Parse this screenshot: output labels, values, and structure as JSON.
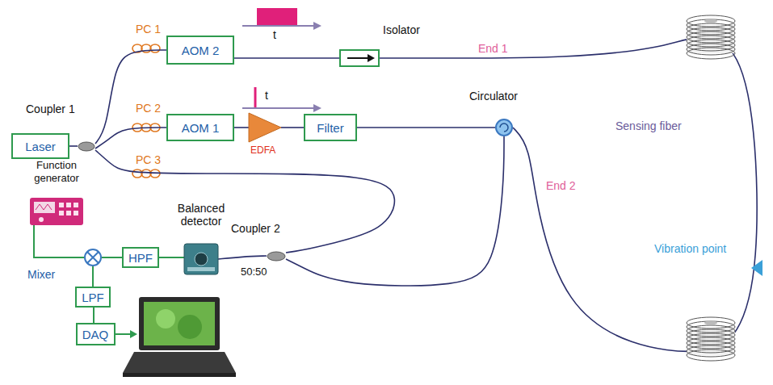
{
  "diagram": {
    "nodes": [
      {
        "text": [
          "Laser"
        ]
      },
      {
        "text": [
          "Coupler 1"
        ]
      },
      {
        "text": [
          "AOM 2"
        ]
      },
      {
        "text": [
          "Isolator"
        ]
      },
      {
        "text": [
          "AOM 1"
        ]
      },
      {
        "text": [
          "EDFA"
        ]
      },
      {
        "text": [
          "Filter"
        ]
      },
      {
        "text": [
          "Circulator"
        ]
      },
      {
        "text": [
          "Function generator"
        ]
      },
      {
        "text": [
          "Balanced detector"
        ]
      },
      {
        "text": [
          "Coupler 2",
          "50:50"
        ]
      },
      {
        "text": [
          "Mixer"
        ]
      },
      {
        "text": [
          "HPF"
        ]
      },
      {
        "text": [
          "LPF"
        ]
      },
      {
        "text": [
          "DAQ"
        ]
      }
    ],
    "edges": [
      {
        "from": 0,
        "to": 1,
        "arrow": "none"
      },
      {
        "from": 1,
        "to": 2,
        "arrow": "none"
      },
      {
        "from": 2,
        "to": 3,
        "arrow": "none"
      },
      {
        "from": 3,
        "to": 7,
        "arrow": "none"
      },
      {
        "from": 1,
        "to": 4,
        "arrow": "none"
      },
      {
        "from": 4,
        "to": 5,
        "arrow": "none"
      },
      {
        "from": 5,
        "to": 6,
        "arrow": "none"
      },
      {
        "from": 6,
        "to": 7,
        "arrow": "none"
      },
      {
        "from": 1,
        "to": 10,
        "arrow": "none"
      },
      {
        "from": 7,
        "to": 10,
        "arrow": "none"
      },
      {
        "from": 10,
        "to": 9,
        "arrow": "none"
      },
      {
        "from": 9,
        "to": 12,
        "arrow": "none"
      },
      {
        "from": 12,
        "to": 11,
        "arrow": "none"
      },
      {
        "from": 8,
        "to": 11,
        "arrow": "none"
      },
      {
        "from": 11,
        "to": 13,
        "arrow": "none"
      },
      {
        "from": 13,
        "to": 14,
        "arrow": "none"
      }
    ],
    "labels": [
      "PC 1",
      "PC 2",
      "PC 3",
      "t",
      "t",
      "End 1",
      "End 2",
      "Sensing fiber",
      "Vibration point"
    ]
  }
}
